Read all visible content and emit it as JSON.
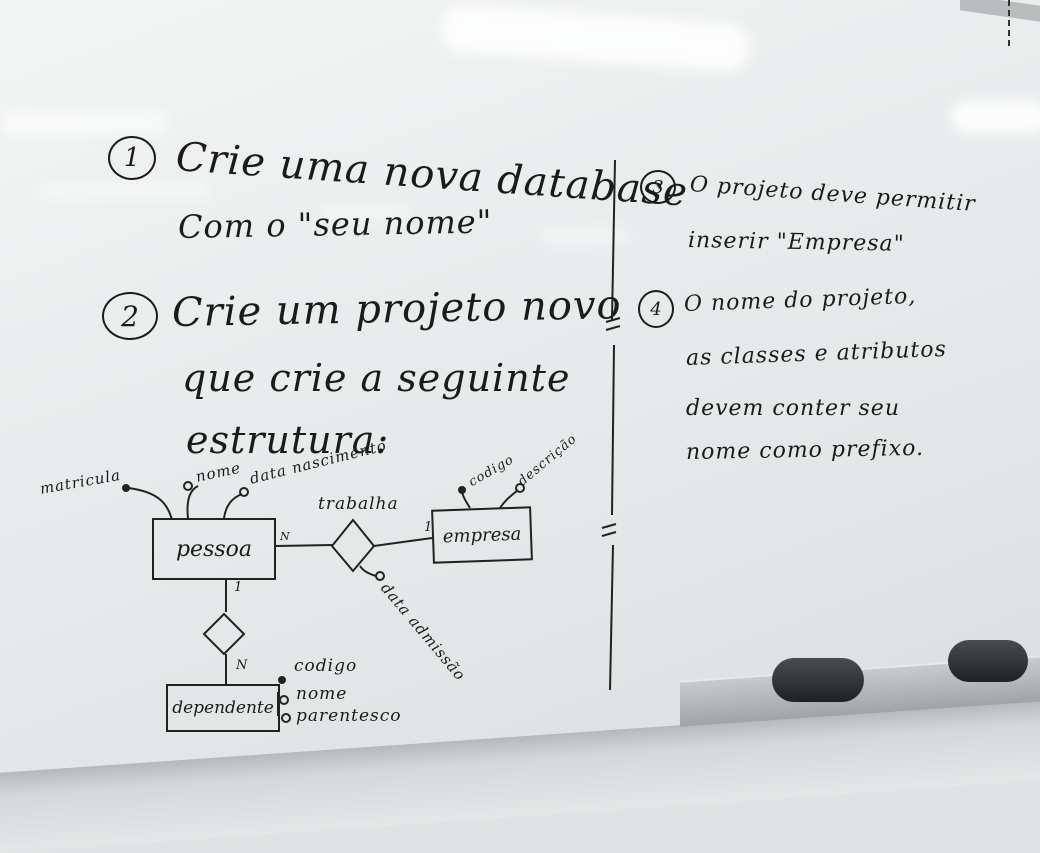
{
  "items": [
    {
      "number": "1",
      "lines": [
        "Crie uma nova database",
        "Com o \"seu nome\""
      ]
    },
    {
      "number": "2",
      "lines": [
        "Crie um projeto novo",
        "que crie a seguinte",
        "estrutura:"
      ]
    },
    {
      "number": "3",
      "lines": [
        "O projeto deve permitir",
        "inserir \"Empresa\""
      ]
    },
    {
      "number": "4",
      "lines": [
        "O nome do projeto,",
        "as classes e atributos",
        "devem conter seu",
        "nome como prefixo."
      ]
    }
  ],
  "diagram": {
    "entity_pessoa": "pessoa",
    "entity_empresa": "empresa",
    "entity_dependente": "dependente",
    "relationship_trabalha": "trabalha",
    "attributes_pessoa": [
      "matricula",
      "nome",
      "data nascimento"
    ],
    "attributes_empresa": [
      "codigo",
      "descrição"
    ],
    "attribute_trabalha": "data admissão",
    "attributes_dependente": [
      "codigo",
      "nome",
      "parentesco"
    ],
    "cardinality_pessoa_trabalha": "N",
    "cardinality_empresa_trabalha": "1",
    "cardinality_pessoa_dependente": "1",
    "cardinality_dependente": "N"
  },
  "colors": {
    "ink": "#1b1b1b",
    "board": "#e8ecec"
  }
}
